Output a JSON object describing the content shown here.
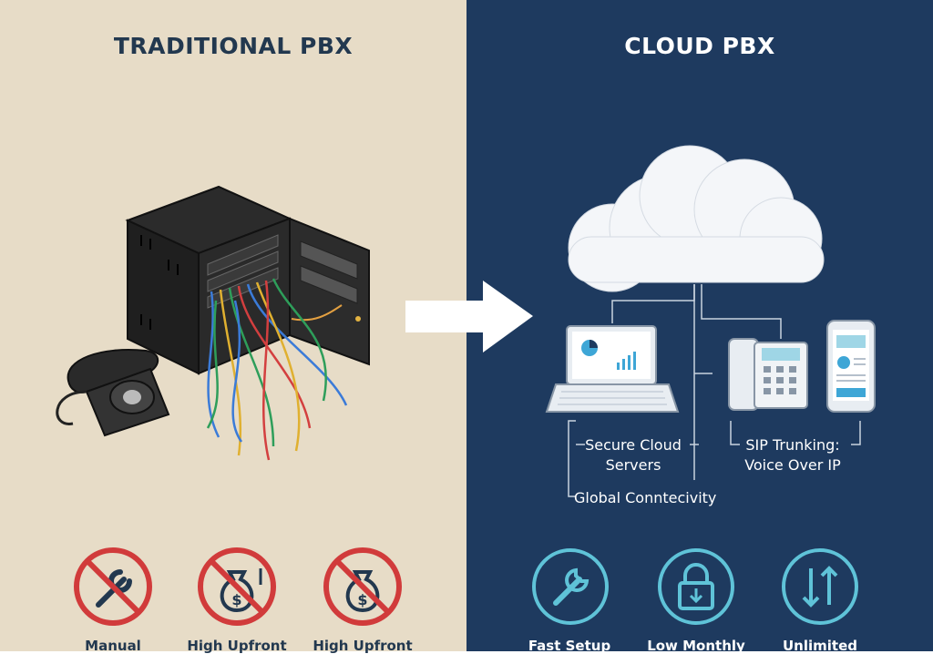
{
  "left": {
    "title": "TRADITIONAL PBX",
    "features": [
      {
        "label": "Manual",
        "icon": "wrench-prohibited-icon"
      },
      {
        "label": "High Upfront",
        "icon": "money-bag-prohibited-icon"
      },
      {
        "label": "High Upfront",
        "icon": "money-bag-prohibited-icon"
      }
    ]
  },
  "right": {
    "title": "CLOUD PBX",
    "labels": {
      "servers": "Secure Cloud\nServers",
      "sip": "SIP Trunking:\nVoice Over IP",
      "global": "Global Conntecivity"
    },
    "features": [
      {
        "label": "Fast Setup",
        "icon": "wrench-icon"
      },
      {
        "label": "Low Monthly",
        "icon": "padlock-icon"
      },
      {
        "label": "Unlimited",
        "icon": "up-down-arrows-icon"
      }
    ]
  },
  "colors": {
    "left_bg": "#e7dcc7",
    "right_bg": "#1e3a5f",
    "prohibit_red": "#d13b3b",
    "cyan": "#5fc3d8"
  }
}
